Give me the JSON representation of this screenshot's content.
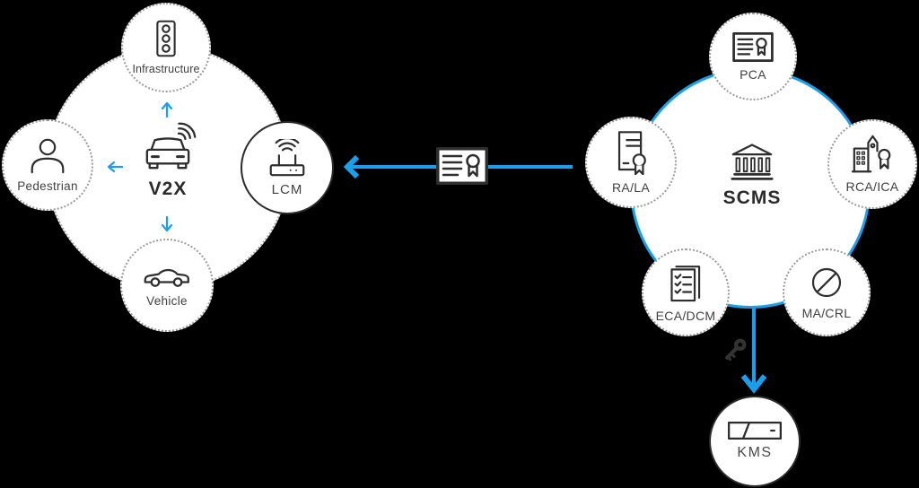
{
  "colors": {
    "background": "#000000",
    "accent_blue": "#18a0ee",
    "icon_ink": "#2e2e2e",
    "label_gray": "#414141"
  },
  "v2x_cluster": {
    "center": {
      "label": "V2X",
      "icon": "car-front-wifi-icon"
    },
    "infrastructure": {
      "label": "Infrastructure",
      "icon": "traffic-light-icon"
    },
    "pedestrian": {
      "label": "Pedestrian",
      "icon": "pedestrian-icon"
    },
    "vehicle": {
      "label": "Vehicle",
      "icon": "car-side-icon"
    },
    "lcm": {
      "label": "LCM",
      "icon": "wifi-router-icon"
    }
  },
  "link": {
    "icon": "certificate-icon",
    "direction": "from SCMS to LCM"
  },
  "scms_cluster": {
    "center": {
      "label": "SCMS",
      "icon": "bank-icon"
    },
    "pca": {
      "label": "PCA",
      "icon": "certificate-icon"
    },
    "ra_la": {
      "label": "RA/LA",
      "icon": "document-seal-icon"
    },
    "rca_ica": {
      "label": "RCA/ICA",
      "icon": "building-seal-icon"
    },
    "eca_dcm": {
      "label": "ECA/DCM",
      "icon": "checklist-icon"
    },
    "ma_crl": {
      "label": "MA/CRL",
      "icon": "prohibition-icon"
    }
  },
  "kms_node": {
    "label": "KMS",
    "icon": "secure-module-icon",
    "link_icon": "key-icon"
  }
}
